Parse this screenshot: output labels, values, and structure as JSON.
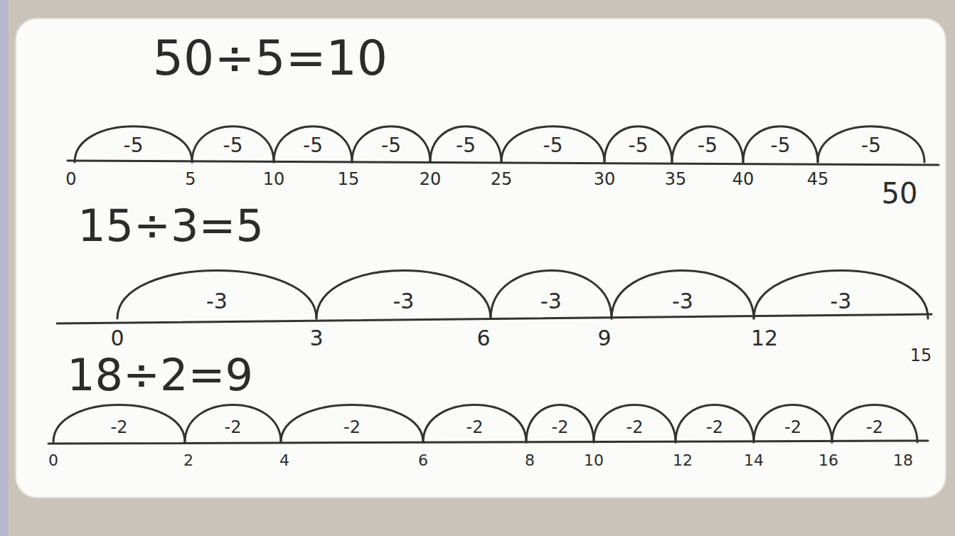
{
  "diagram": {
    "labels": [
      "50÷5=10",
      "-5",
      "-5",
      "-5",
      "-5",
      "-5",
      "-5",
      "-5",
      "-5",
      "-5",
      "-5",
      "0",
      "5",
      "10",
      "15",
      "20",
      "25",
      "30",
      "35",
      "40",
      "45",
      "50",
      "15÷3=5",
      "-3",
      "-3",
      "-3",
      "-3",
      "-3",
      "0",
      "3",
      "6",
      "9",
      "12",
      "15",
      "18÷2=9",
      "-2",
      "-2",
      "-2",
      "-2",
      "-2",
      "-2",
      "-2",
      "-2",
      "-2",
      "0",
      "2",
      "4",
      "6",
      "8",
      "10",
      "12",
      "14",
      "16",
      "18"
    ]
  }
}
